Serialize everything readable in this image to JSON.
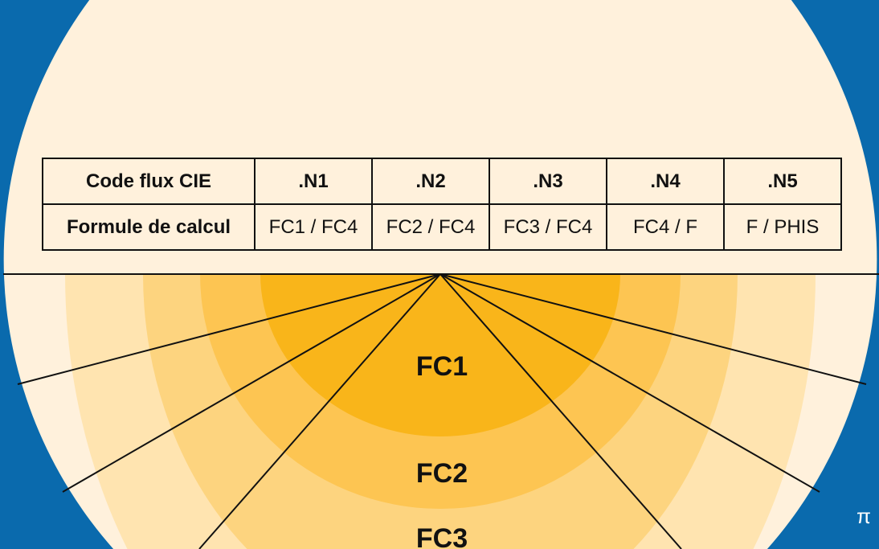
{
  "colors": {
    "background": "#0a6aad",
    "disc": "#fff1dc",
    "band4": "#ffe4b0",
    "band3": "#fdd47f",
    "band2": "#fdc552",
    "band1": "#f9b51a",
    "lines": "#111111"
  },
  "table": {
    "rows": [
      {
        "header": "Code flux CIE",
        "cells": [
          ".N1",
          ".N2",
          ".N3",
          ".N4",
          ".N5"
        ]
      },
      {
        "header": "Formule de calcul",
        "cells": [
          "FC1 / FC4",
          "FC2 / FC4",
          "FC3 / FC4",
          "FC4 / F",
          "F / PHIS"
        ]
      }
    ]
  },
  "zones": {
    "fc1": "FC1",
    "fc2": "FC2",
    "fc3": "FC3"
  },
  "corner_symbol": "π"
}
